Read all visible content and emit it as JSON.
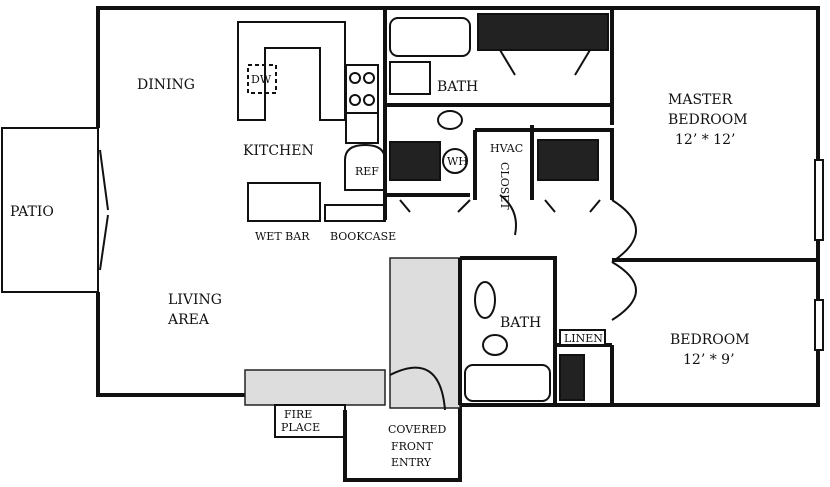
{
  "rooms": {
    "dining": "DINING",
    "kitchen": "KITCHEN",
    "dishwasher": "DW",
    "refrigerator": "REF",
    "water_heater": "WH",
    "hvac": "HVAC",
    "closet": "CLOSET",
    "bath_top": "BATH",
    "master_bedroom": "MASTER",
    "master_bedroom_2": "BEDROOM",
    "master_size": "12’ * 12’",
    "patio": "PATIO",
    "wet_bar": "WET BAR",
    "bookcase": "BOOKCASE",
    "living": "LIVING",
    "living_2": "AREA",
    "bath_bottom": "BATH",
    "linen": "LINEN",
    "bedroom": "BEDROOM",
    "bedroom_size": "12’ * 9’",
    "fireplace": "FIRE",
    "fireplace_2": "PLACE",
    "entry": "COVERED",
    "entry_2": "FRONT",
    "entry_3": "ENTRY"
  }
}
